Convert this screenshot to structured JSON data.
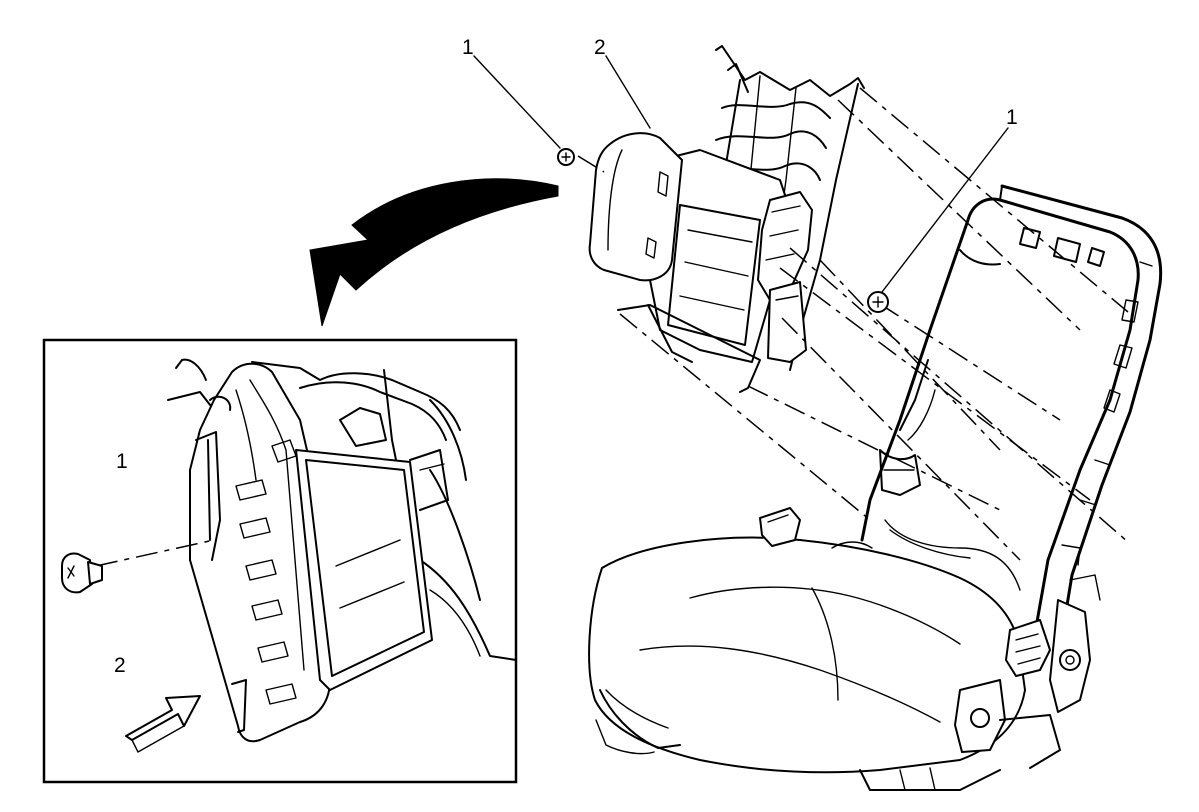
{
  "callouts": {
    "c1_top_left": "1",
    "c2_top": "2",
    "c1_right": "1",
    "c1_inset": "1",
    "c2_inset": "2"
  },
  "colors": {
    "ink": "#000000",
    "paper": "#ffffff"
  },
  "icons": [
    "curved-arrow-icon",
    "view-direction-arrow-icon",
    "bolt-icon"
  ]
}
